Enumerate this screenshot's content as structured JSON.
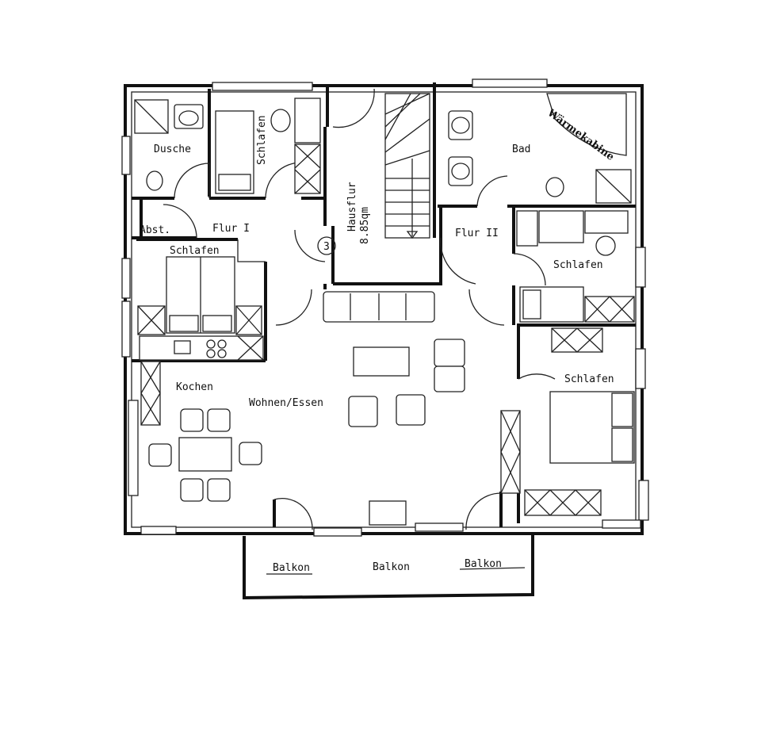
{
  "rooms": {
    "dusche": "Dusche",
    "schlafen_1": "Schlafen",
    "abst": "Abst.",
    "flur_1": "Flur I",
    "schlafen_2": "Schlafen",
    "hausflur_name": "Hausflur",
    "hausflur_area": "8.85qm",
    "stair_number": "3",
    "bad": "Bad",
    "waermekabine": "Wärmekabine",
    "flur_2": "Flur II",
    "schlafen_3": "Schlafen",
    "schlafen_4": "Schlafen",
    "kochen": "Kochen",
    "wohnen_essen": "Wohnen/Essen",
    "balkon_1": "Balkon",
    "balkon_2": "Balkon",
    "balkon_3": "Balkon"
  }
}
